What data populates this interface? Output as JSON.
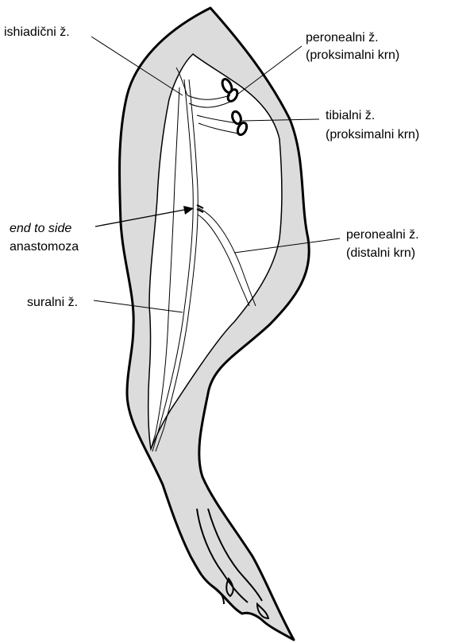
{
  "labels": {
    "ishiadicni": "ishiadični ž.",
    "peronealni_prox_1": "peronealni ž.",
    "peronealni_prox_2": "(proksimalni krn)",
    "tibialni_1": "tibialni ž.",
    "tibialni_2": "(proksimalni krn)",
    "anastomoza_1": "end to side",
    "anastomoza_2": "anastomoza",
    "peronealni_dist_1": "peronealni ž.",
    "peronealni_dist_2": "(distalni krn)",
    "suralni": "suralni ž."
  },
  "colors": {
    "limb_fill": "#dcdcdc",
    "cavity_fill": "#ffffff",
    "line": "#000000"
  }
}
